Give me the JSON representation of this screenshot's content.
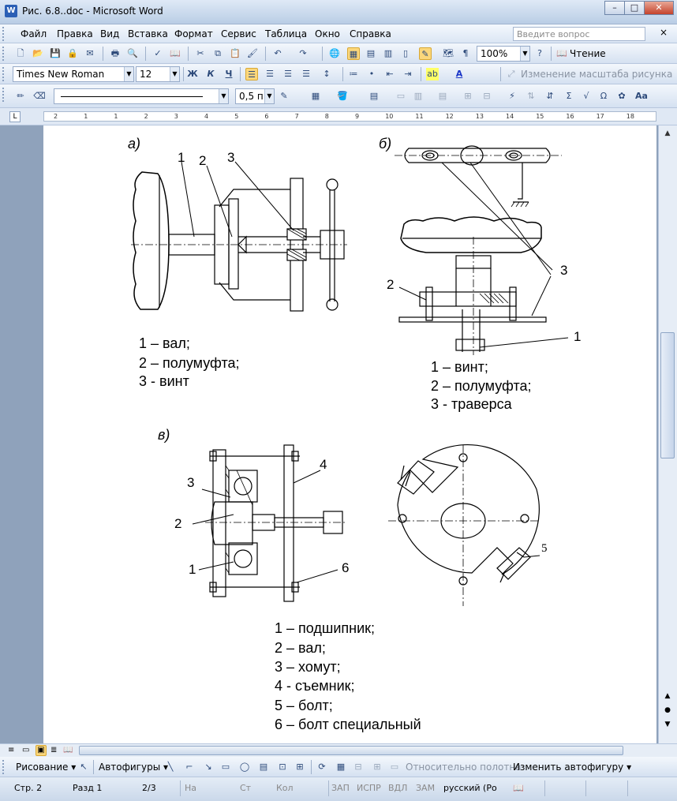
{
  "window": {
    "title": "Рис. 6.8..doc - Microsoft Word",
    "app_icon": "W",
    "minimize": "–",
    "maximize": "□",
    "close": "✕"
  },
  "menu": {
    "items": [
      "Файл",
      "Правка",
      "Вид",
      "Вставка",
      "Формат",
      "Сервис",
      "Таблица",
      "Окно",
      "Справка"
    ],
    "help_placeholder": "Введите вопрос",
    "doc_close": "×"
  },
  "standard_toolbar": {
    "zoom": "100%",
    "reading": "Чтение"
  },
  "formatting_toolbar": {
    "font": "Times New Roman",
    "size": "12",
    "bold": "Ж",
    "italic": "К",
    "underline": "Ч",
    "resize_picture": "Изменение масштаба рисунка"
  },
  "drawing_toolbar2": {
    "line_width": "0,5 п"
  },
  "ruler": {
    "numbers": [
      "2",
      "1",
      "1",
      "2",
      "3",
      "4",
      "5",
      "6",
      "7",
      "8",
      "9",
      "10",
      "11",
      "12",
      "13",
      "14",
      "15",
      "16",
      "17",
      "18"
    ]
  },
  "figure": {
    "a": {
      "caption": "а)",
      "labels": [
        "1",
        "2",
        "3"
      ],
      "legend": [
        "1 – вал;",
        "2 – полумуфта;",
        "3 - винт"
      ]
    },
    "b": {
      "caption": "б)",
      "labels": [
        "3",
        "2",
        "1"
      ],
      "legend": [
        "1 – винт;",
        "2 – полумуфта;",
        "3 - траверса"
      ]
    },
    "v": {
      "caption": "в)",
      "labels": [
        "4",
        "3",
        "2",
        "1",
        "6",
        "5"
      ],
      "legend": [
        "1 – подшипник;",
        "2 – вал;",
        "3 – хомут;",
        "4 -  съемник;",
        "5 – болт;",
        "6 – болт специальный"
      ]
    }
  },
  "drawing_toolbar": {
    "drawing": "Рисование ▾",
    "autoshapes": "Автофигуры ▾",
    "relative": "Относительно полотна",
    "change_shape": "Изменить автофигуру ▾"
  },
  "status": {
    "page": "Стр. 2",
    "section": "Разд 1",
    "pages": "2/3",
    "at": "На",
    "line": "Ст",
    "col": "Кол",
    "rec": "ЗАП",
    "trk": "ИСПР",
    "ext": "ВДЛ",
    "ovr": "ЗАМ",
    "lang": "русский (Ро"
  },
  "colors": {
    "titlebar": "#c7d7ec",
    "page_bg": "#ffffff",
    "docarea": "#8fa2bb"
  }
}
